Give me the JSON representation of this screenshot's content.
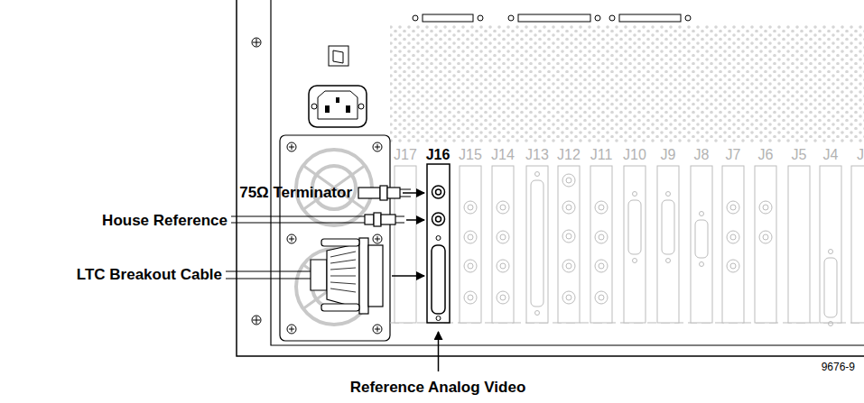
{
  "diagram": {
    "labels": [
      "75Ω Terminator",
      "House Reference",
      "LTC Breakout Cable",
      "J17",
      "J16",
      "J15",
      "J14",
      "J13",
      "J12",
      "J11",
      "J10",
      "J9",
      "J8",
      "J7",
      "J6",
      "J5",
      "J4",
      "J",
      "Reference Analog Video",
      "9676-9"
    ]
  }
}
